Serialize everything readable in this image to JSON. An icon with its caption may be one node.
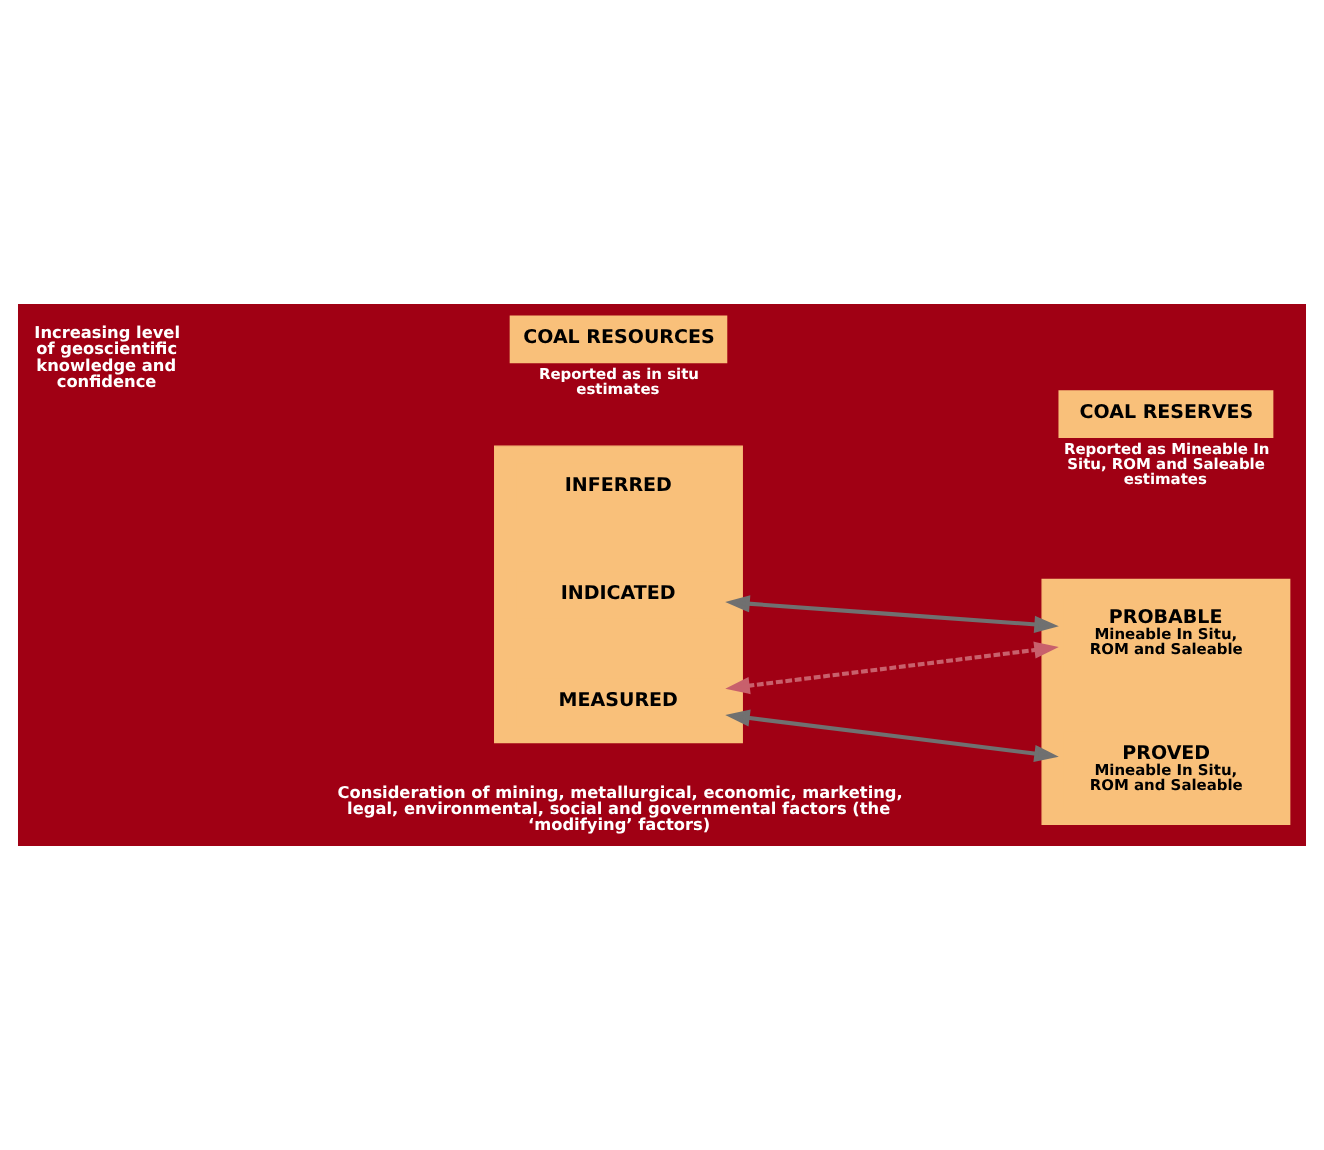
{
  "diagram": {
    "nodes": [
      {
        "text": [
          "COAL RESOURCES"
        ],
        "beside": [
          "Reported as in situ estimates"
        ]
      },
      {
        "text": [
          "COAL RESERVES"
        ],
        "beside": [
          "Reported as Mineable In Situ, ROM and Saleable estimates"
        ]
      },
      {
        "text": [],
        "shape": "box"
      },
      {
        "text": [
          "INFERRED"
        ],
        "in": 2
      },
      {
        "text": [
          "INDICATED"
        ],
        "in": 2
      },
      {
        "text": [
          "MEASURED"
        ],
        "in": 2
      },
      {
        "text": [],
        "shape": "box"
      },
      {
        "text": [
          "PROBABLE",
          "Mineable In Situ, ROM and Saleable"
        ],
        "in": 6
      },
      {
        "text": [
          "PROVED",
          "Mineable In Situ, ROM and Saleable"
        ],
        "in": 6
      }
    ],
    "edges": [
      {
        "from": 4,
        "to": 7,
        "arrow": "both"
      },
      {
        "from": 5,
        "to": 7,
        "arrow": "both",
        "style": "dashed",
        "color": "#c8606c"
      },
      {
        "from": 5,
        "to": 8,
        "arrow": "both"
      }
    ],
    "labels": [
      "Increasing level of geoscientific knowledge and confidence",
      "Consideration of mining, metallurgical, economic, marketing, legal, environmental, social and governmental factors (the ‘modifying’ factors)"
    ]
  }
}
